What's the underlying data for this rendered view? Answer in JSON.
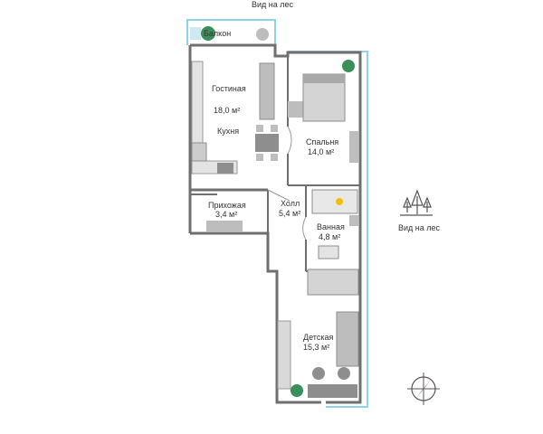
{
  "views": {
    "top": "Вид на лес",
    "side": "Вид на лес"
  },
  "rooms": {
    "balcony": {
      "name": "Балкон"
    },
    "living": {
      "name": "Гостиная",
      "area": "18,0 м²"
    },
    "kitchen": {
      "name": "Кухня"
    },
    "bedroom": {
      "name": "Спальня",
      "area": "14,0 м²"
    },
    "hall": {
      "name": "Холл",
      "area": "5,4 м²"
    },
    "entry": {
      "name": "Прихожая",
      "area": "3,4 м²"
    },
    "bathroom": {
      "name": "Ванная",
      "area": "4,8 м²"
    },
    "kids": {
      "name": "Детская",
      "area": "15,3 м²"
    }
  },
  "colors": {
    "wall": "#6f6f6f",
    "glazing": "#8fd3e8",
    "furniture": "#bdbdbd",
    "furniture_dark": "#8e8e8e",
    "plant": "#3b8f5a",
    "accent": "#f2c200"
  },
  "icons": [
    "tree-icon",
    "compass-icon",
    "plant-icon"
  ]
}
